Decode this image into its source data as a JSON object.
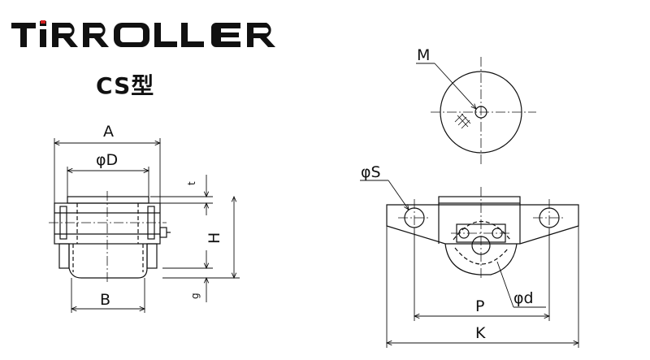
{
  "brand": {
    "logo_text": "TIRROLLER"
  },
  "model": {
    "label": "CS型"
  },
  "dimensions": {
    "A": "A",
    "D": "φD",
    "t": "t",
    "H": "H",
    "g": "g",
    "B": "B",
    "M": "M",
    "S": "φS",
    "d": "φd",
    "P": "P",
    "K": "K"
  }
}
